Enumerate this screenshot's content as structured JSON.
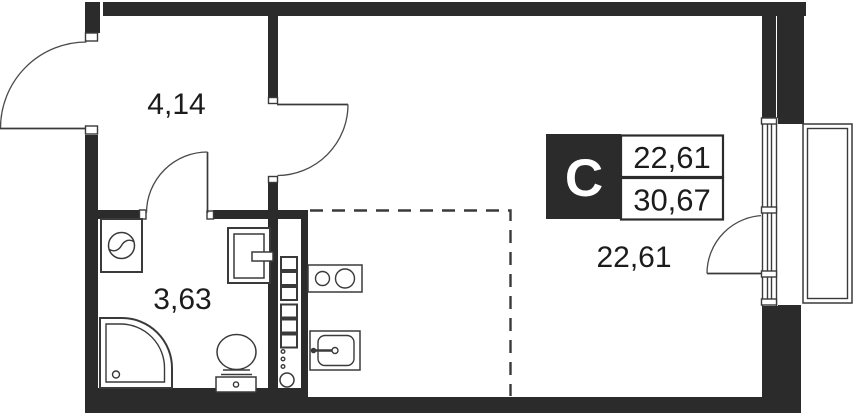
{
  "info_box": {
    "unit_type": "С",
    "living_area": "22,61",
    "total_area": "30,67"
  },
  "room_labels": {
    "hallway": "4,14",
    "bathroom": "3,63",
    "living_room": "22,61"
  },
  "fixtures": {
    "bathroom": [
      "washing-machine",
      "sink-vanity",
      "shower",
      "toilet"
    ],
    "kitchen": [
      "cooktop",
      "kitchen-sink",
      "duct-cabinet-column"
    ],
    "openings": [
      "entry-door",
      "hall-door",
      "bathroom-door",
      "balcony-door",
      "balcony-glazing"
    ]
  },
  "colors": {
    "wall": "#2b2b2b",
    "line": "#3a3a3a",
    "arc": "#4a4a4a",
    "background": "#ffffff",
    "text": "#1c1c1c",
    "info_box_bg": "#2b2b2b",
    "info_box_text": "#ffffff"
  }
}
